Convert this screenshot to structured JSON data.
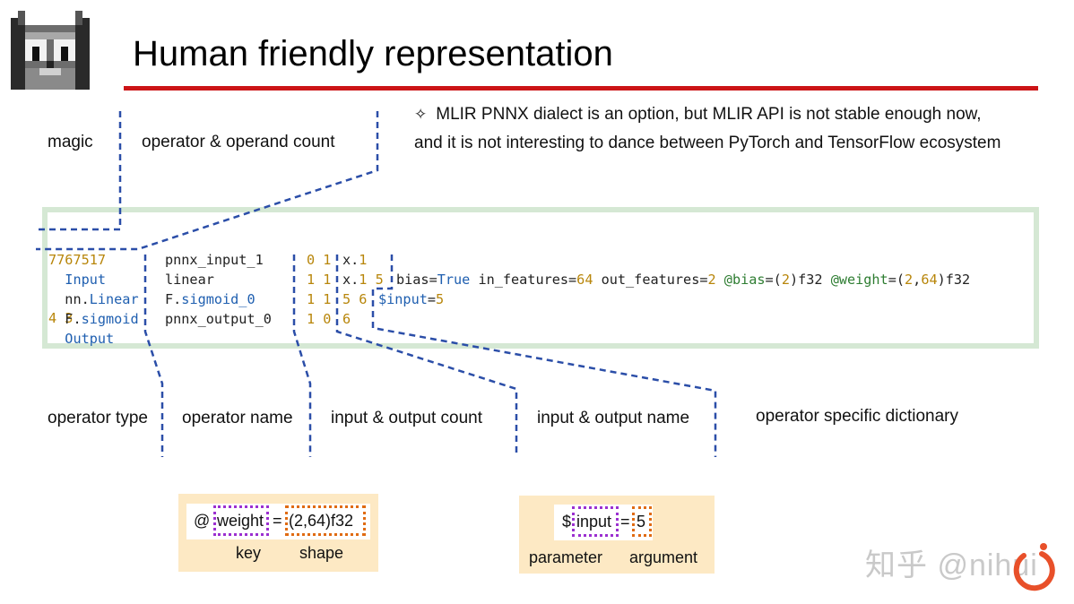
{
  "title": "Human friendly representation",
  "top_labels": {
    "magic": "magic",
    "count": "operator & operand count"
  },
  "note": {
    "bullet": "✧",
    "line1": "MLIR PNNX dialect is an option, but MLIR API is not stable enough now,",
    "line2": "and it is not interesting to dance between PyTorch and TensorFlow ecosystem"
  },
  "code": {
    "magic": "7767517",
    "counts": "4 3",
    "rows": [
      {
        "type_prefix": "",
        "type_kw": "Input",
        "name_prefix": "",
        "name_kw": "",
        "name_plain": "pnnx_input_1",
        "counts": "0 1",
        "io": "x.1",
        "params": ""
      },
      {
        "type_prefix": "nn.",
        "type_kw": "Linear",
        "name_prefix": "",
        "name_kw": "",
        "name_plain": "linear",
        "counts": "1 1",
        "io": "x.1 5",
        "params": "bias=True in_features=64 out_features=2 @bias=(2)f32 @weight=(2,64)f32"
      },
      {
        "type_prefix": "F.",
        "type_kw": "sigmoid",
        "name_prefix": "F.",
        "name_kw": "sigmoid_0",
        "name_plain": "",
        "counts": "1 1",
        "io": "5 6",
        "params": "$input=5"
      },
      {
        "type_prefix": "",
        "type_kw": "Output",
        "name_prefix": "",
        "name_kw": "",
        "name_plain": "pnnx_output_0",
        "counts": "1 0",
        "io": "6",
        "params": ""
      }
    ]
  },
  "bottom_labels": {
    "op_type": "operator type",
    "op_name": "operator name",
    "io_count": "input & output count",
    "io_name": "input & output name",
    "op_dict": "operator specific dictionary"
  },
  "legend_weight": {
    "at": "@",
    "key": "weight",
    "eq": "=",
    "shape": "(2,64)f32",
    "key_label": "key",
    "shape_label": "shape"
  },
  "legend_input": {
    "dollar": "$",
    "key": "input",
    "eq": "=",
    "arg": "5",
    "param_label": "parameter",
    "arg_label": "argument"
  },
  "watermark": "知乎 @nihui",
  "colors": {
    "title_rule": "#cc1417",
    "code_border": "#d5e8d4",
    "keyword": "#1f5fb0",
    "number": "#b8860b",
    "dashed_line": "#2b4ea8",
    "key_box": "#9b30d0",
    "value_box": "#e06b12",
    "legend_bg": "#fde9c4"
  }
}
